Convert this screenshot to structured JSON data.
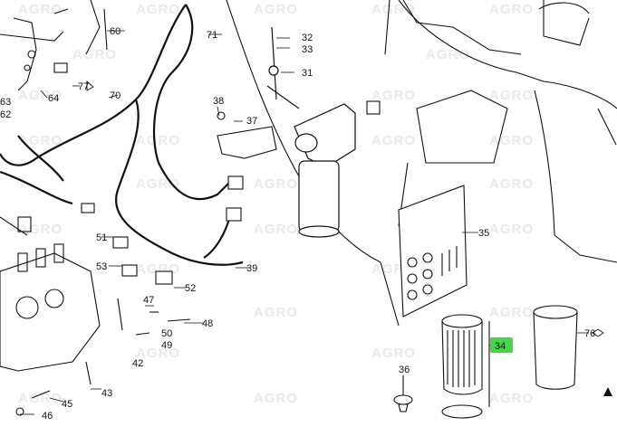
{
  "watermark": {
    "text": "AGRO"
  },
  "callouts": [
    {
      "id": "callout-60",
      "text": "60"
    },
    {
      "id": "callout-71",
      "text": "71"
    },
    {
      "id": "callout-32",
      "text": "32"
    },
    {
      "id": "callout-33",
      "text": "33"
    },
    {
      "id": "callout-31",
      "text": "31"
    },
    {
      "id": "callout-77",
      "text": "77"
    },
    {
      "id": "callout-70",
      "text": "70"
    },
    {
      "id": "callout-63",
      "text": "63"
    },
    {
      "id": "callout-64",
      "text": "64"
    },
    {
      "id": "callout-62",
      "text": "62"
    },
    {
      "id": "callout-38",
      "text": "38"
    },
    {
      "id": "callout-37",
      "text": "37"
    },
    {
      "id": "callout-35",
      "text": "35"
    },
    {
      "id": "callout-51",
      "text": "51"
    },
    {
      "id": "callout-53",
      "text": "53"
    },
    {
      "id": "callout-39",
      "text": "39"
    },
    {
      "id": "callout-52",
      "text": "52"
    },
    {
      "id": "callout-47",
      "text": "47"
    },
    {
      "id": "callout-48",
      "text": "48"
    },
    {
      "id": "callout-50",
      "text": "50"
    },
    {
      "id": "callout-49",
      "text": "49"
    },
    {
      "id": "callout-42",
      "text": "42"
    },
    {
      "id": "callout-34",
      "text": "34"
    },
    {
      "id": "callout-76",
      "text": "76"
    },
    {
      "id": "callout-36",
      "text": "36"
    },
    {
      "id": "callout-43",
      "text": "43"
    },
    {
      "id": "callout-45",
      "text": "45"
    },
    {
      "id": "callout-46",
      "text": "46"
    }
  ],
  "highlight": {
    "color": "#46d64a",
    "target": "34"
  },
  "colors": {
    "line": "#111111",
    "background": "#ffffff",
    "watermark": "#d9d9d9"
  }
}
